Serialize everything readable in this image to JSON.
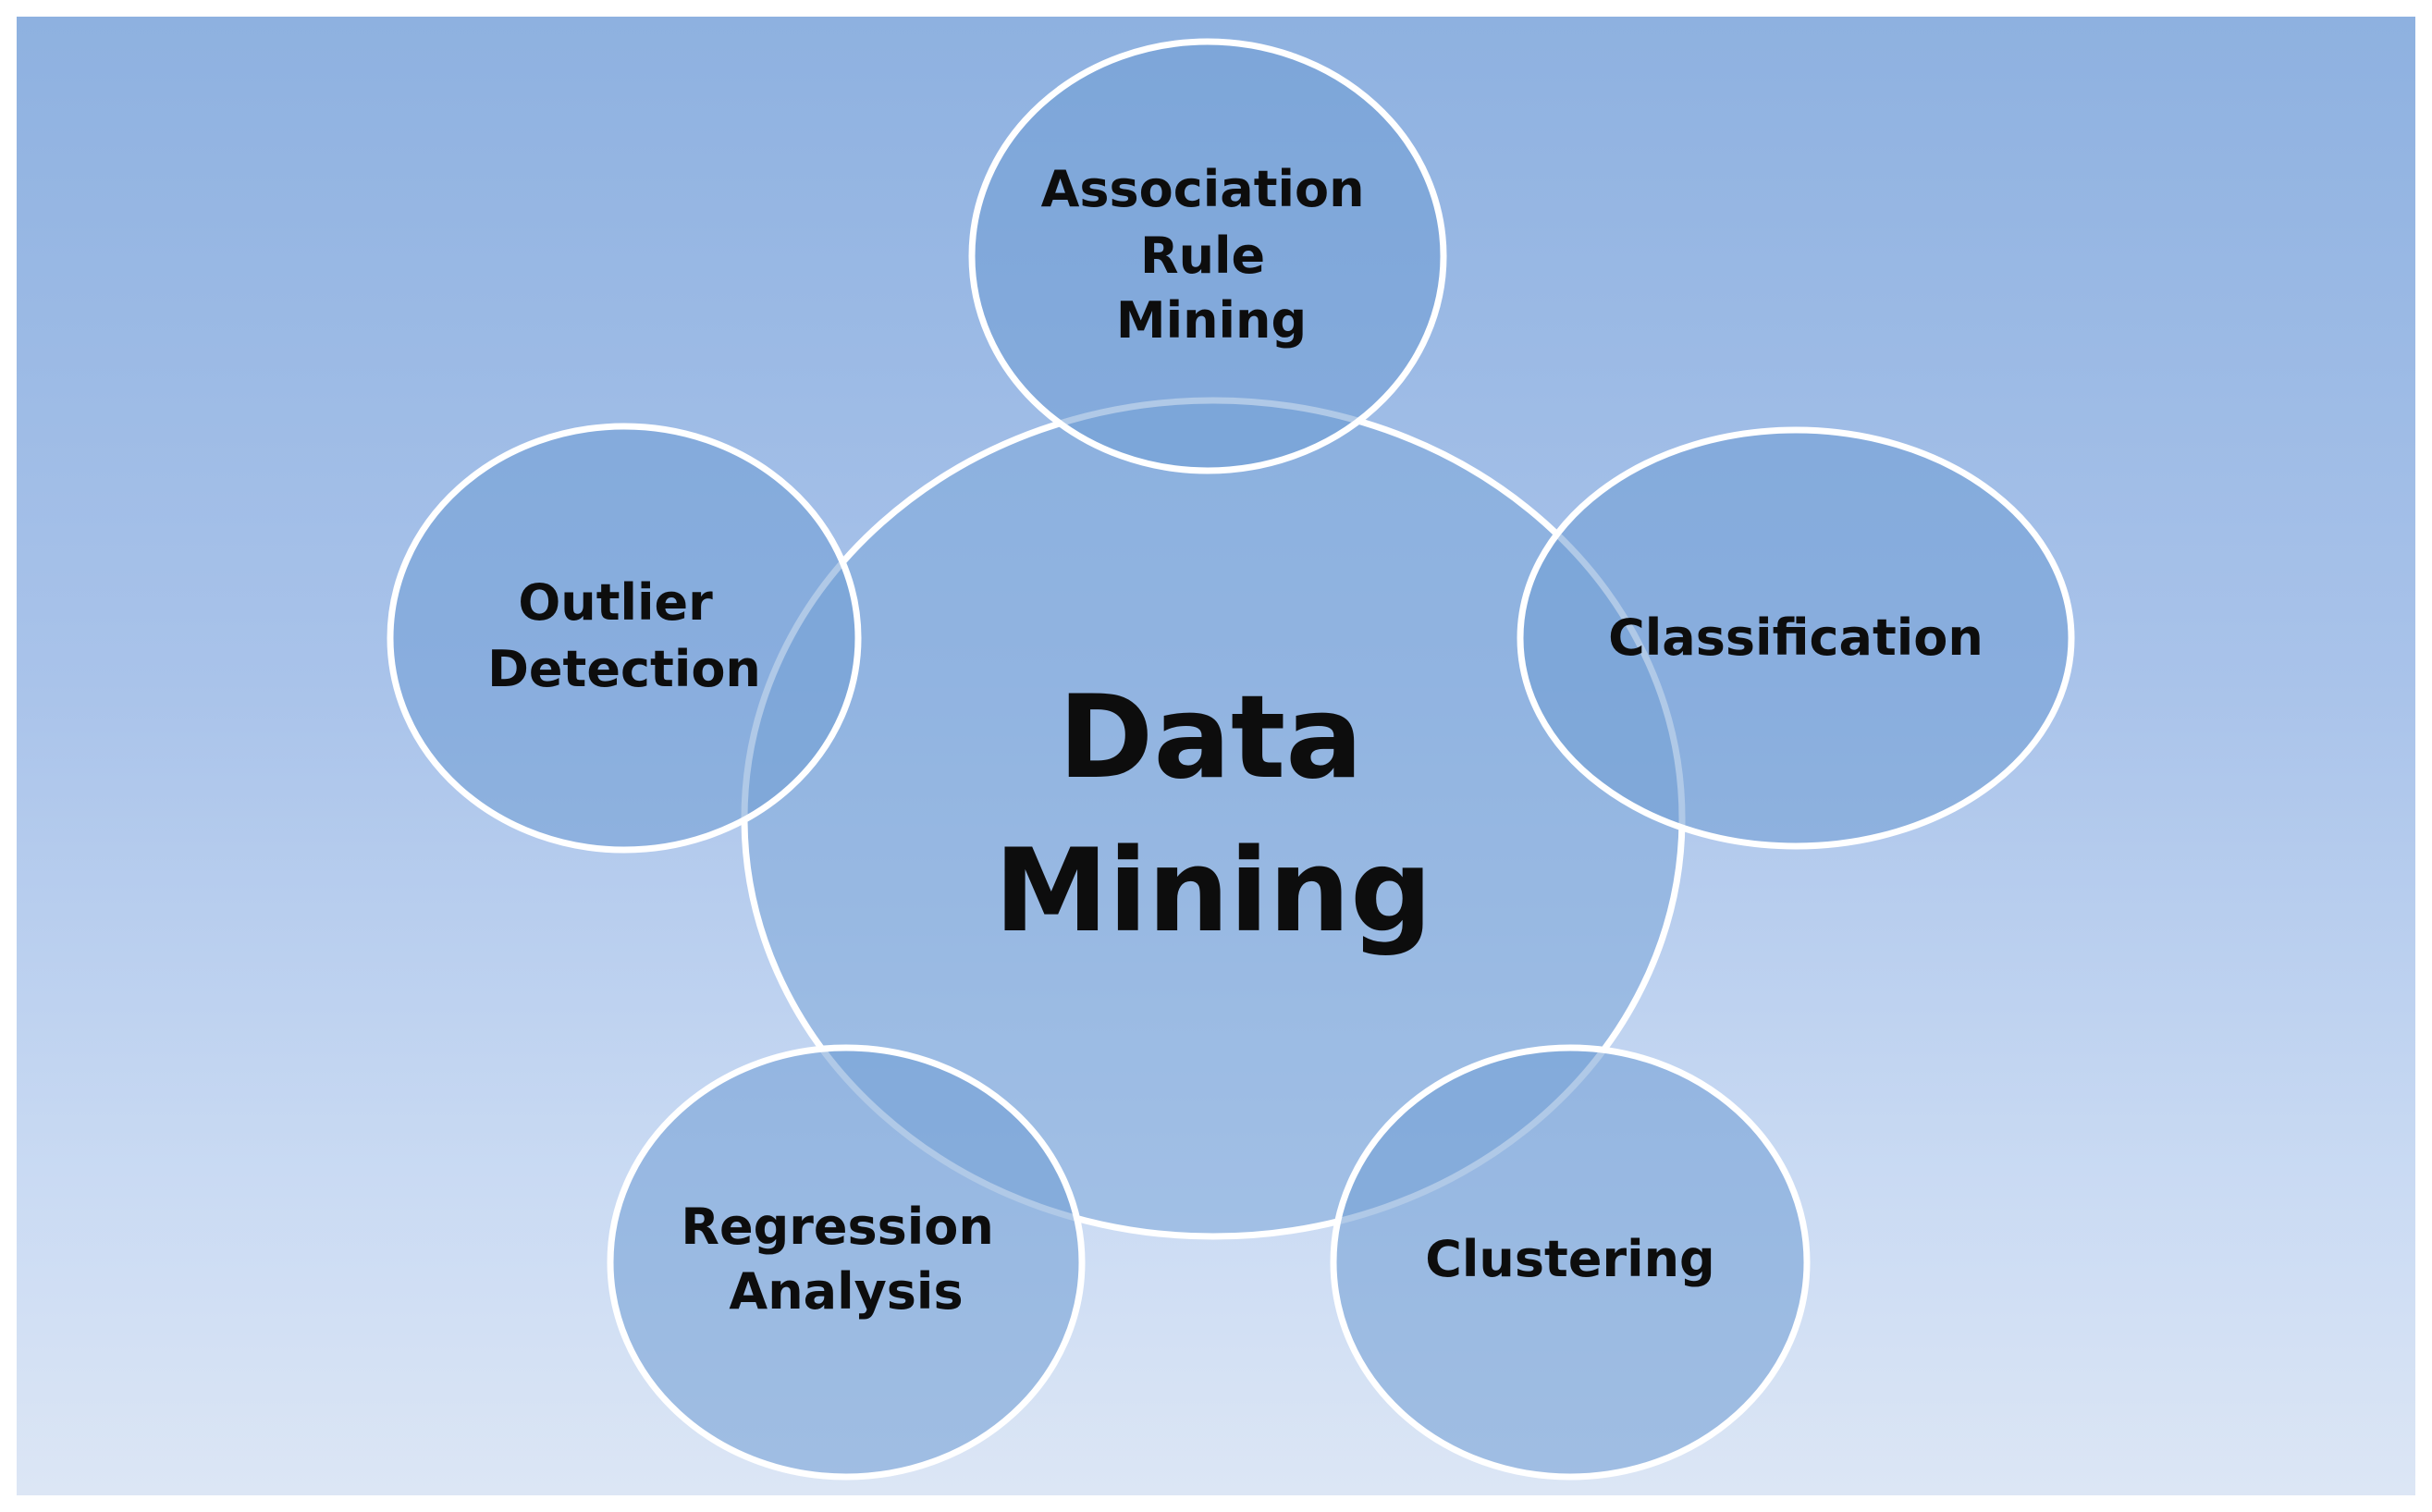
{
  "center": {
    "lines": [
      "Data",
      "Mining"
    ]
  },
  "nodes": [
    {
      "id": "association-rule-mining",
      "lines": [
        "Association",
        "Rule",
        "Mining"
      ]
    },
    {
      "id": "classification",
      "lines": [
        "Classification"
      ]
    },
    {
      "id": "clustering",
      "lines": [
        "Clustering"
      ]
    },
    {
      "id": "regression-analysis",
      "lines": [
        "Regression",
        "Analysis"
      ]
    },
    {
      "id": "outlier-detection",
      "lines": [
        "Outlier",
        "Detection"
      ]
    }
  ],
  "colors": {
    "center_fill": "#7ea7d9",
    "node_fill": "#6f9dd3",
    "stroke": "#ffffff",
    "text": "#0d0d0d"
  }
}
